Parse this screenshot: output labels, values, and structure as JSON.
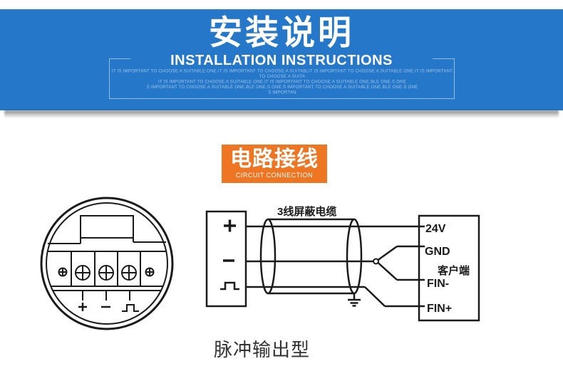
{
  "banner": {
    "bg_color": "#2577c9",
    "title_cn": "安装说明",
    "title_en": "INSTALLATION INSTRUCTIONS",
    "note_lines": [
      "IT IS IMPORTANT TO CHOOSE A SUITABLE ONE.IT IS IMPORTANT TO CHOOSE A SUITABLIT IS IMPORTANT TO CHOOSE A SUITABLE ONE.IT IS IMPORTANT TO CHOOSE A SUITA",
      "IT IS IMPORTANT TO CHOOSE A SUITABLE ONE.IT IS IMPORTANT TO CHOOSE A SUITABLE ONE.BLE ONE.S ONE",
      "S IMPORTANT TO CHOOSE A SUITABLE ONE.BLE ONE.S ONE.S IMPORTANT TO CHOOSE A SUITABLE ONE.BLE ONE.S ONE",
      "S IMPORTAN"
    ]
  },
  "section_badge": {
    "bg_color": "#ee7522",
    "title_cn": "电路接线",
    "title_en": "CIRCUIT CONNECTION"
  },
  "diagram": {
    "line_color": "#1a1a1a",
    "cable_label": "3线屏蔽电缆",
    "gauge_terminal_icons": [
      "plus-icon",
      "minus-icon",
      "pulse-icon"
    ],
    "transmitter_terminal_icons": [
      "plus-icon",
      "minus-icon",
      "pulse-icon"
    ],
    "terminal_block": {
      "labels": [
        "24V",
        "GND",
        "FIN-",
        "FIN+"
      ],
      "side_label": "客户端"
    },
    "caption": "脉冲输出型"
  }
}
